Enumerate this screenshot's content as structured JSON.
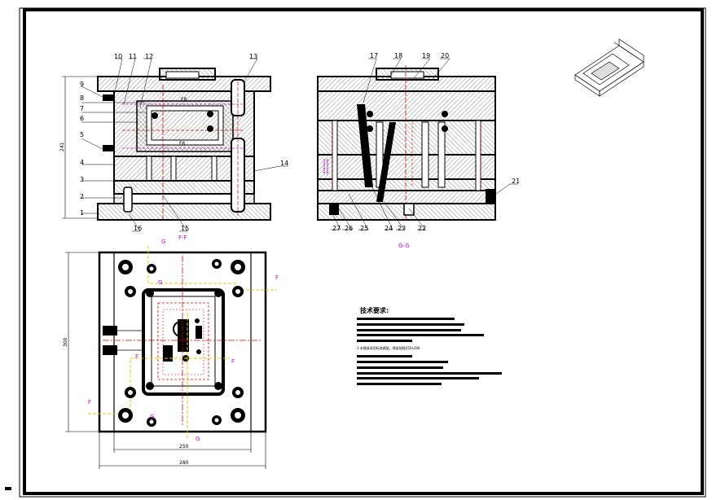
{
  "front_view": {
    "part_numbers": [
      "1",
      "2",
      "3",
      "4",
      "5",
      "6",
      "7",
      "8",
      "9",
      "10",
      "11",
      "12",
      "13",
      "14",
      "15",
      "16"
    ],
    "dim_height": "241",
    "section_label": "F-F",
    "inner_mark_top": "F8",
    "inner_mark_bottom": "F6"
  },
  "side_view": {
    "part_numbers": [
      "17",
      "18",
      "19",
      "20",
      "21",
      "22",
      "23",
      "24",
      "25",
      "26",
      "27"
    ],
    "section_label": "G-G"
  },
  "top_view": {
    "dim_height": "300",
    "dim_width_inner": "250",
    "dim_width_outer": "280",
    "section_marks": [
      "G",
      "G",
      "F",
      "F",
      "F",
      "F",
      "G",
      "G"
    ]
  },
  "tech_requirements": {
    "title": "技术要求:",
    "visible_line": "3.本模具采用标准模架，模架规格250x280"
  }
}
